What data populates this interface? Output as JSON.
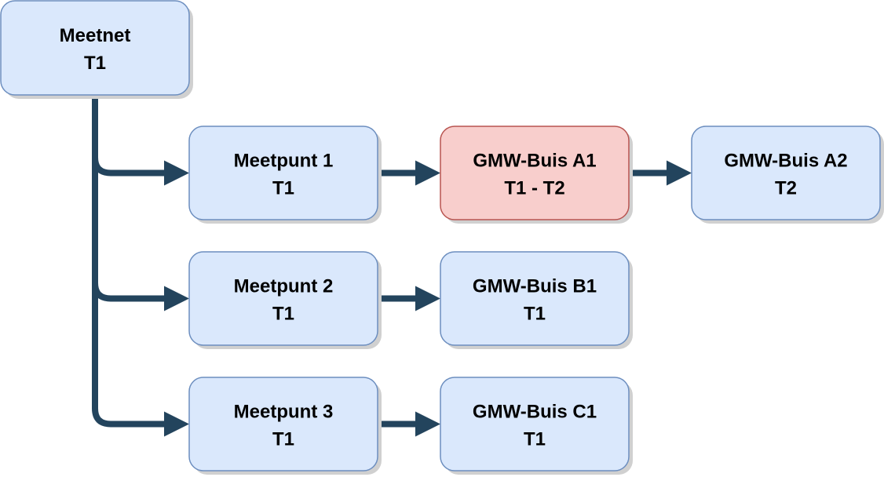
{
  "colors": {
    "connector": "#23445d",
    "node_fill": "#dae8fc",
    "node_stroke": "#6c8ebf",
    "highlight_fill": "#f8cecc",
    "highlight_stroke": "#b85450",
    "shadow": "#d0d0d0"
  },
  "nodes": {
    "meetnet": {
      "name": "Meetnet",
      "period": "T1"
    },
    "meetpunt_1": {
      "name": "Meetpunt 1",
      "period": "T1"
    },
    "meetpunt_2": {
      "name": "Meetpunt 2",
      "period": "T1"
    },
    "meetpunt_3": {
      "name": "Meetpunt 3",
      "period": "T1"
    },
    "gmw_buis_a1": {
      "name": "GMW-Buis A1",
      "period": "T1 - T2",
      "highlighted": true
    },
    "gmw_buis_a2": {
      "name": "GMW-Buis A2",
      "period": "T2"
    },
    "gmw_buis_b1": {
      "name": "GMW-Buis B1",
      "period": "T1"
    },
    "gmw_buis_c1": {
      "name": "GMW-Buis C1",
      "period": "T1"
    }
  },
  "edges": [
    {
      "from": "meetnet",
      "to": "meetpunt_1"
    },
    {
      "from": "meetnet",
      "to": "meetpunt_2"
    },
    {
      "from": "meetnet",
      "to": "meetpunt_3"
    },
    {
      "from": "meetpunt_1",
      "to": "gmw_buis_a1"
    },
    {
      "from": "gmw_buis_a1",
      "to": "gmw_buis_a2"
    },
    {
      "from": "meetpunt_2",
      "to": "gmw_buis_b1"
    },
    {
      "from": "meetpunt_3",
      "to": "gmw_buis_c1"
    }
  ]
}
